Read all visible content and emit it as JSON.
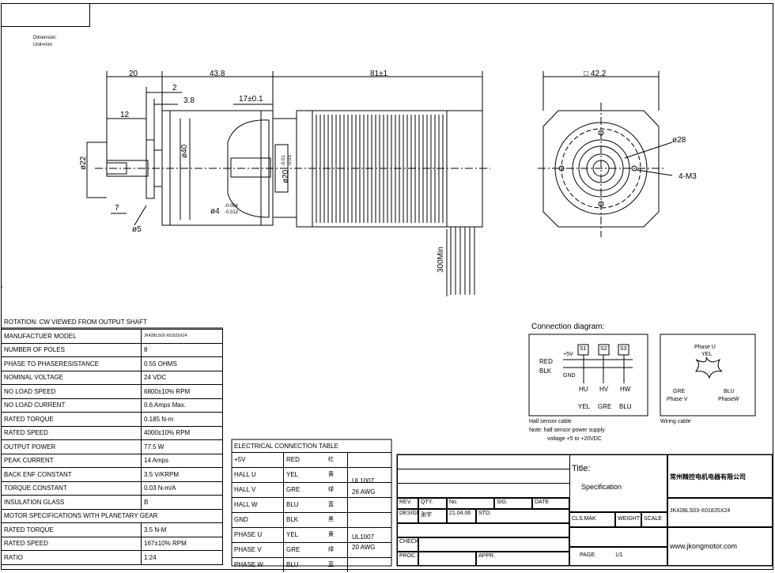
{
  "dimension_note": {
    "line1": "Dimension:",
    "line2": "Unit=mm"
  },
  "dims": {
    "d20": "20",
    "d43_8": "43.8",
    "d81": "81±1",
    "d2": "2",
    "d12": "12",
    "d3_8": "3.8",
    "d17": "17±0.1",
    "d22": "ø22",
    "d40": "ø40",
    "d20h": "ø20",
    "d20h_tol_up": "-0.01",
    "d20h_tol_dn": "-0.03",
    "d4": "ø4",
    "d4_tol_up": "-0.004",
    "d4_tol_dn": "-0.012",
    "d7": "7",
    "d5": "ø5",
    "d300": "300Min",
    "d42": "□ 42.2",
    "d28": "ø28",
    "m3": "4-M3"
  },
  "spec_table": {
    "rotation": "ROTATION: CW VIEWED FROM OUTPUT SHAFT",
    "rows": [
      {
        "label": "MANUFACTUER MODEL",
        "value": "JK42BLS03-X018JSX24"
      },
      {
        "label": "NUMBER OF POLES",
        "value": "8"
      },
      {
        "label": "PHASE TO PHASERESISTANCE",
        "value": "0.55 OHMS"
      },
      {
        "label": "NOMINAL VOLTAGE",
        "value": "24 VDC"
      },
      {
        "label": "NO LOAD SPEED",
        "value": "6800±10% RPM"
      },
      {
        "label": "NO LOAD CURRENT",
        "value": "0.6 Amps Max."
      },
      {
        "label": "RATED TORQUE",
        "value": "0.185 N-m"
      },
      {
        "label": "RATED SPEED",
        "value": "4000±10% RPM"
      },
      {
        "label": "OUTPUT POWER",
        "value": "77.5 W"
      },
      {
        "label": "PEAK CURRENT",
        "value": "14 Amps"
      },
      {
        "label": "BACK ENF CONSTANT",
        "value": "3.5 V/KRPM"
      },
      {
        "label": "TORQUE CONSTANT",
        "value": "0.03 N-m/A"
      },
      {
        "label": "INSULATION GLASS",
        "value": "B"
      },
      {
        "label": "MOTOR SPECIFICATIONS WITH PLANETARY GEAR",
        "value": ""
      },
      {
        "label": "RATED TORQUE",
        "value": "3.5 N-M"
      },
      {
        "label": "RATED SPEED",
        "value": "167±10% RPM"
      },
      {
        "label": "RATIO",
        "value": "1:24"
      }
    ]
  },
  "elec_table": {
    "title": "ELECTRICAL CONNECTION TABLE",
    "rows": [
      {
        "sig": "+5V",
        "color": "RED",
        "cn": "红"
      },
      {
        "sig": "HALL U",
        "color": "YEL",
        "cn": "黄"
      },
      {
        "sig": "HALL V",
        "color": "GRE",
        "cn": "绿"
      },
      {
        "sig": "HALL W",
        "color": "BLU",
        "cn": "蓝"
      },
      {
        "sig": "GND",
        "color": "BLK",
        "cn": "黑"
      },
      {
        "sig": "PHASE U",
        "color": "YEL",
        "cn": "黄"
      },
      {
        "sig": "PHASE V",
        "color": "GRE",
        "cn": "绿"
      },
      {
        "sig": "PHASE W",
        "color": "BLU",
        "cn": "蓝"
      }
    ],
    "cable1": "UL1007",
    "cable1b": "26 AWG",
    "cable2": "UL1007",
    "cable2b": "20 AWG"
  },
  "connection": {
    "title": "Connection diagram:",
    "plus5": "+5V",
    "gnd": "GND",
    "red": "RED",
    "blk": "BLK",
    "s1": "S1",
    "s2": "S2",
    "s3": "S3",
    "hu": "HU",
    "hv": "HV",
    "hw": "HW",
    "yel": "YEL",
    "gre": "GRE",
    "blu": "BLU",
    "hall_cable": "Hall sensor cable",
    "note1": "Note: hall sensor power supply",
    "note2": "voltage +5 to +20VDC",
    "phase_u": "Phase U",
    "yel2": "YEL",
    "gre2": "GRE",
    "phase_v": "Phase V",
    "blu2": "BLU",
    "phase_w": "PhaseW",
    "wiring": "Wiring cable"
  },
  "title_block": {
    "title_label": "Title:",
    "title_value": "Specification",
    "company": "常州精控电机电器有限公司",
    "model": "JK42BLS03-X018JSX24",
    "rev": "REV.",
    "qty": "QTY.",
    "no": "No.",
    "sig": "SIG.",
    "date": "DATE",
    "design": "DESIGN",
    "designer": "张宇",
    "design_date": "21.04.06",
    "std": "STD.",
    "check": "CHECK",
    "proc": "PROC.",
    "appr": "APPR.",
    "cls": "CLS.MAK",
    "weight": "WEIGHT",
    "scale": "SCALE",
    "page_label": "PAGE:",
    "page_value": "1/1",
    "website": "www.jkongmotor.com"
  }
}
